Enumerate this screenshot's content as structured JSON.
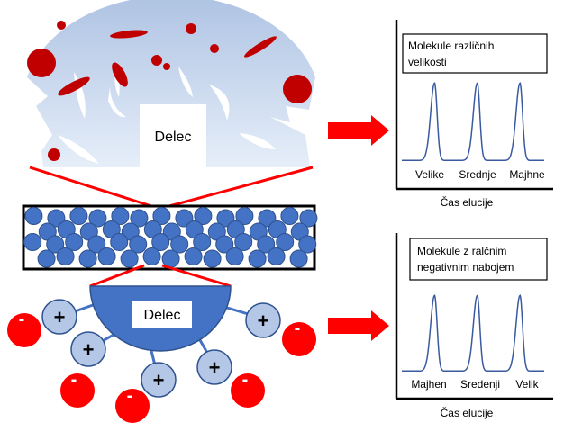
{
  "particle_top": {
    "label": "Delec"
  },
  "particle_bottom": {
    "label": "Delec"
  },
  "chart_top": {
    "title_lines": [
      "Molekule različnih",
      "velikosti"
    ],
    "peak_labels": [
      "Velike",
      "Srednje",
      "Majhne"
    ],
    "xlabel": "Čas elucije"
  },
  "chart_bottom": {
    "title_lines": [
      "Molekule z ralčnim",
      "negativnim nabojem"
    ],
    "peak_labels": [
      "Majhen",
      "Sredenji",
      "Velik"
    ],
    "xlabel": "Čas elucije"
  },
  "symbols": {
    "plus": "+",
    "minus": "-"
  },
  "colors": {
    "bead": "#4472c4",
    "bead_edge": "#2f528f",
    "red": "#c00000",
    "bright_red": "#ff0000",
    "arrow": "#ff0000",
    "dome_top": "#aec3e3",
    "dome_bottom": "#e6eef9",
    "positive_fill": "#b4c7e7",
    "curve": "#3a5aa0"
  },
  "chart_data": [
    {
      "type": "line",
      "title": "Molekule različnih velikosti",
      "xlabel": "Čas elucije",
      "ylabel": "",
      "categories": [
        "Velike",
        "Srednje",
        "Majhne"
      ],
      "peak_positions": [
        0.23,
        0.53,
        0.83
      ],
      "peak_heights": [
        1,
        1,
        1
      ]
    },
    {
      "type": "line",
      "title": "Molekule z ralčnim negativnim nabojem",
      "xlabel": "Čas elucije",
      "ylabel": "",
      "categories": [
        "Majhen",
        "Sredenji",
        "Velik"
      ],
      "peak_positions": [
        0.23,
        0.53,
        0.83
      ],
      "peak_heights": [
        1,
        1,
        1
      ]
    }
  ]
}
